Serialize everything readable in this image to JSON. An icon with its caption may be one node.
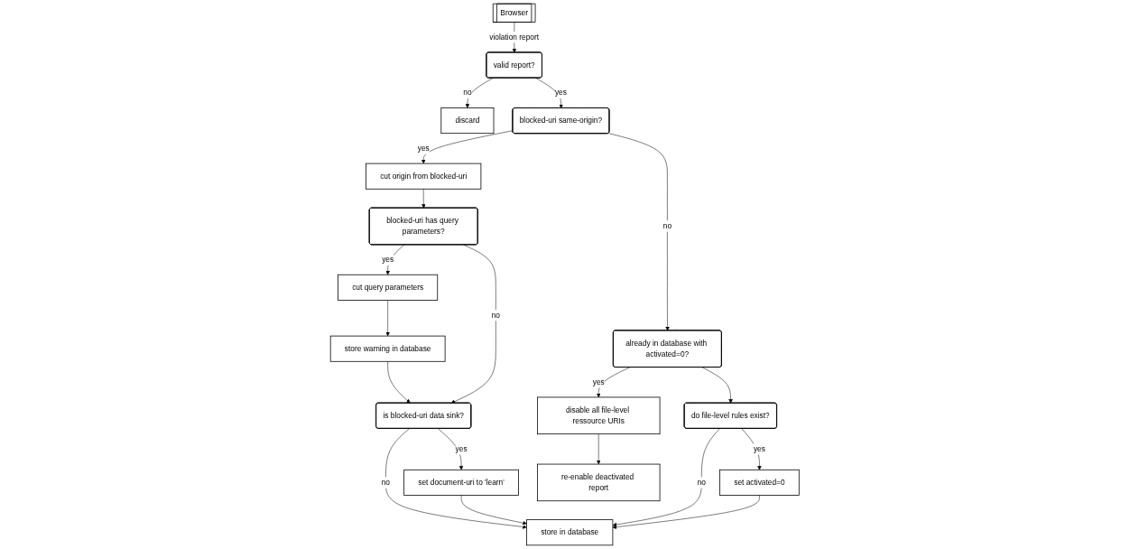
{
  "diagram": {
    "nodes": [
      {
        "text": [
          "Browser"
        ]
      },
      {
        "text": [
          "valid report?"
        ]
      },
      {
        "text": [
          "discard"
        ]
      },
      {
        "text": [
          "blocked-uri same-origin?"
        ]
      },
      {
        "text": [
          "cut origin from blocked-uri"
        ]
      },
      {
        "text": [
          "already in database with activated=0?"
        ]
      },
      {
        "text": [
          "disable all file-level ressource URIs"
        ]
      },
      {
        "text": [
          "blocked-uri has query parameters?"
        ]
      },
      {
        "text": [
          "cut query parameters"
        ]
      },
      {
        "text": [
          "re-enable deactivated report"
        ]
      },
      {
        "text": [
          "do file-level rules exist?"
        ]
      },
      {
        "text": [
          "store warning in database"
        ]
      },
      {
        "text": [
          "is blocked-uri data sink?"
        ]
      },
      {
        "text": [
          "set document-uri to 'learn'"
        ]
      },
      {
        "text": [
          "store in database"
        ]
      },
      {
        "text": [
          "set activated=0"
        ]
      }
    ],
    "edges": [
      {
        "from": 0,
        "to": 1,
        "arrow": "to",
        "label": "violation report"
      },
      {
        "from": 1,
        "to": 2,
        "arrow": "to",
        "label": "no"
      },
      {
        "from": 1,
        "to": 3,
        "arrow": "to",
        "label": "yes"
      },
      {
        "from": 3,
        "to": 4,
        "arrow": "to",
        "label": "yes"
      },
      {
        "from": 3,
        "to": 5,
        "arrow": "to",
        "label": "no"
      },
      {
        "from": 5,
        "to": 6,
        "arrow": "to",
        "label": "yes"
      },
      {
        "from": 6,
        "to": 9,
        "arrow": "to"
      },
      {
        "from": 5,
        "to": 10,
        "arrow": "to"
      },
      {
        "from": 4,
        "to": 7,
        "arrow": "to"
      },
      {
        "from": 7,
        "to": 8,
        "arrow": "to",
        "label": "yes"
      },
      {
        "from": 7,
        "to": 12,
        "arrow": "to",
        "label": "no"
      },
      {
        "from": 8,
        "to": 11,
        "arrow": "to"
      },
      {
        "from": 11,
        "to": 12,
        "arrow": "to"
      },
      {
        "from": 12,
        "to": 14,
        "arrow": "to",
        "label": "no"
      },
      {
        "from": 12,
        "to": 13,
        "arrow": "to",
        "label": "yes"
      },
      {
        "from": 13,
        "to": 14,
        "arrow": "to"
      },
      {
        "from": 10,
        "to": 14,
        "arrow": "to",
        "label": "no"
      },
      {
        "from": 10,
        "to": 15,
        "arrow": "to",
        "label": "yes"
      },
      {
        "from": 15,
        "to": 14,
        "arrow": "to"
      }
    ]
  }
}
